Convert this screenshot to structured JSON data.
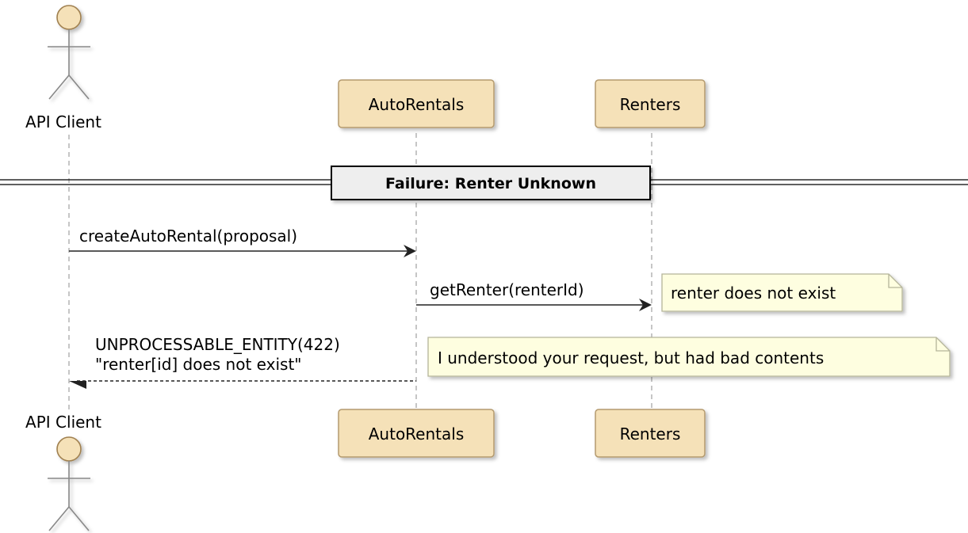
{
  "participants": {
    "client": "API Client",
    "autorentals": "AutoRentals",
    "renters": "Renters"
  },
  "divider": {
    "label": "Failure: Renter Unknown"
  },
  "messages": {
    "create": "createAutoRental(proposal)",
    "get_renter": "getRenter(renterId)",
    "reply_line1": "UNPROCESSABLE_ENTITY(422)",
    "reply_line2": "\"renter[id] does not exist\""
  },
  "notes": {
    "renter_missing": "renter does not exist",
    "bad_contents": "I understood your request, but had bad contents"
  },
  "colors": {
    "participant_fill": "#F5E1B8",
    "participant_stroke": "#B49A6E",
    "note_fill": "#FEFEE0",
    "note_stroke": "#B5B59A",
    "lifeline": "#A0A0A0",
    "arrow": "#222222",
    "divider_fill": "#EEEEEE"
  }
}
